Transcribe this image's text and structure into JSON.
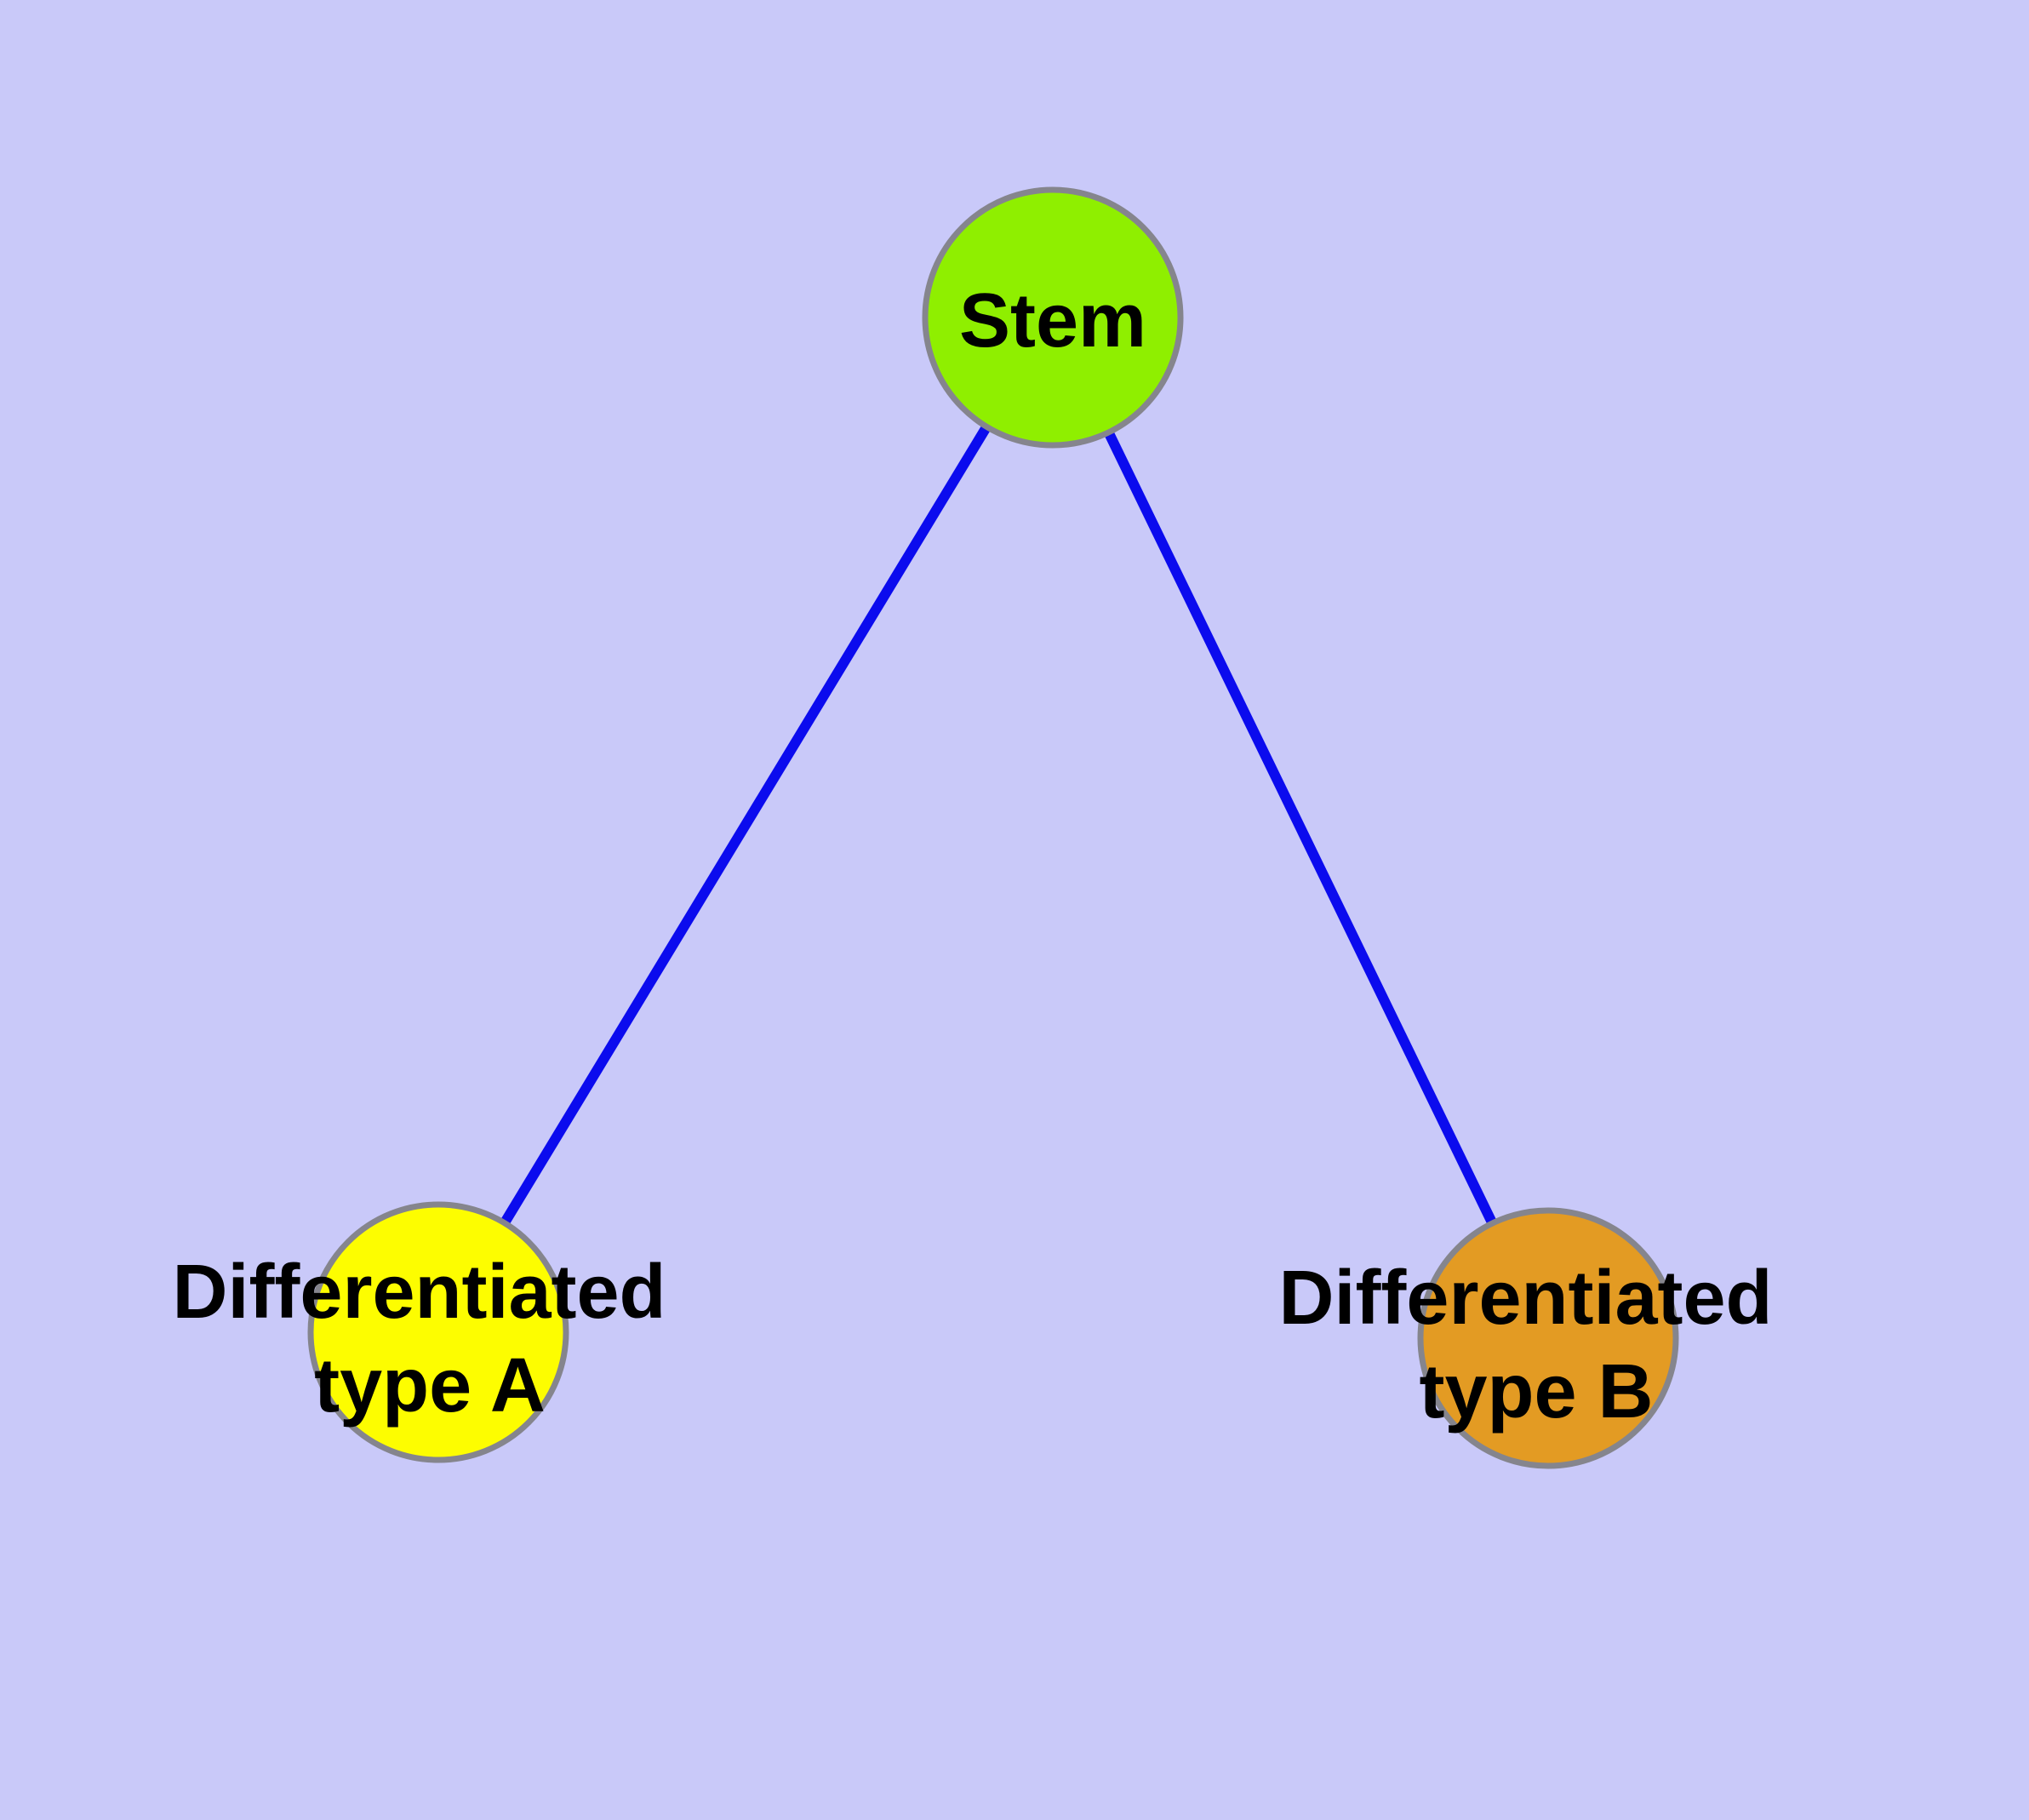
{
  "diagram": {
    "type": "graph",
    "description": "Cell differentiation hierarchy: one stem node connected to two differentiated cell-type nodes",
    "background_color": "#c9c9f9",
    "edge_color": "#0b0bee",
    "node_border_color": "#85858d",
    "label_color": "#000000",
    "nodes": [
      {
        "id": "stem",
        "label": "Stem",
        "fill": "#8fef00"
      },
      {
        "id": "differentiated-type-a",
        "label": "Differentiated type A",
        "label_lines": [
          "Differentiated",
          "type A"
        ],
        "fill": "#fdfd00"
      },
      {
        "id": "differentiated-type-b",
        "label": "Differentiated type B",
        "label_lines": [
          "Differentiated",
          "type B"
        ],
        "fill": "#e39b23"
      }
    ],
    "edges": [
      {
        "source": "Stem",
        "target": "Differentiated type A"
      },
      {
        "source": "Stem",
        "target": "Differentiated type B"
      }
    ]
  }
}
